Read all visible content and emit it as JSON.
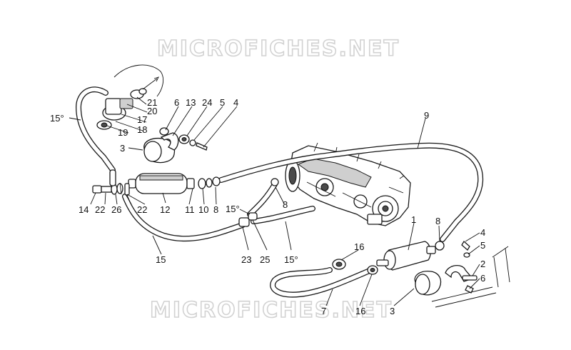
{
  "watermark": {
    "top": "MICROFICHES.NET",
    "bottom": "MICROFICHES.NET"
  },
  "callouts": {
    "c1": "1",
    "c2": "2",
    "c3a": "3",
    "c3b": "3",
    "c4a": "4",
    "c4b": "4",
    "c5a": "5",
    "c5b": "5",
    "c6a": "6",
    "c6b": "6",
    "c7": "7",
    "c8a": "8",
    "c8b": "8",
    "c8c": "8",
    "c9": "9",
    "c10": "10",
    "c11": "11",
    "c12": "12",
    "c13": "13",
    "c14": "14",
    "c15a": "15",
    "c15b": "15°",
    "c15c": "15°",
    "c15d": "15°",
    "c16a": "16",
    "c16b": "16",
    "c17": "17",
    "c18": "18",
    "c19": "19",
    "c20": "20",
    "c21": "21",
    "c22a": "22",
    "c22b": "22",
    "c23": "23",
    "c24": "24",
    "c25": "25",
    "c26": "26"
  }
}
